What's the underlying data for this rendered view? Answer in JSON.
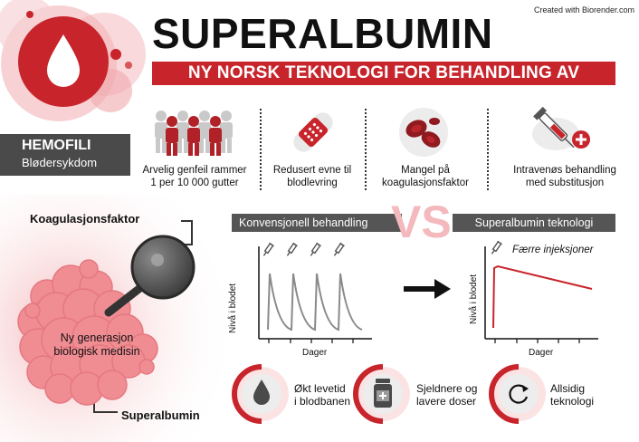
{
  "credit": "Created with Biorender.com",
  "header": {
    "title": "SUPERALBUMIN",
    "subtitle": "NY NORSK TEKNOLOGI FOR BEHANDLING AV BLØDERE"
  },
  "badge": {
    "line1": "HEMOFILI",
    "line2": "Blødersykdom"
  },
  "features": [
    {
      "line1": "Arvelig genfeil rammer",
      "line2": "1 per 10 000 gutter",
      "icon": "people-icon"
    },
    {
      "line1": "Redusert evne til",
      "line2": "blodlevring",
      "icon": "bandage-icon"
    },
    {
      "line1": "Mangel på",
      "line2": "koagulasjonsfaktor",
      "icon": "blood-cells-icon"
    },
    {
      "line1": "Intravenøs behandling",
      "line2": "med substitusjon",
      "icon": "syringe-icon"
    }
  ],
  "molecule": {
    "factor_label": "Koagulasjonsfaktor",
    "medicine_line1": "Ny generasjon",
    "medicine_line2": "biologisk medisin",
    "albumin_label": "Superalbumin"
  },
  "comparison": {
    "left_header": "Konvensjonell behandling",
    "vs": "VS",
    "right_header": "Superalbumin teknologi",
    "annotation": "Færre injeksjoner",
    "xlabel": "Dager",
    "ylabel": "Nivå i blodet"
  },
  "benefits": [
    {
      "line1": "Økt levetid",
      "line2": "i blodbanen",
      "icon": "drop-icon"
    },
    {
      "line1": "Sjeldnere og",
      "line2": "lavere doser",
      "icon": "medicine-jar-icon"
    },
    {
      "line1": "Allsidig",
      "line2": "teknologi",
      "icon": "refresh-icon"
    }
  ],
  "colors": {
    "accent": "#c8242b",
    "dark": "#4a4a4a",
    "vs": "#f3b9bd"
  }
}
